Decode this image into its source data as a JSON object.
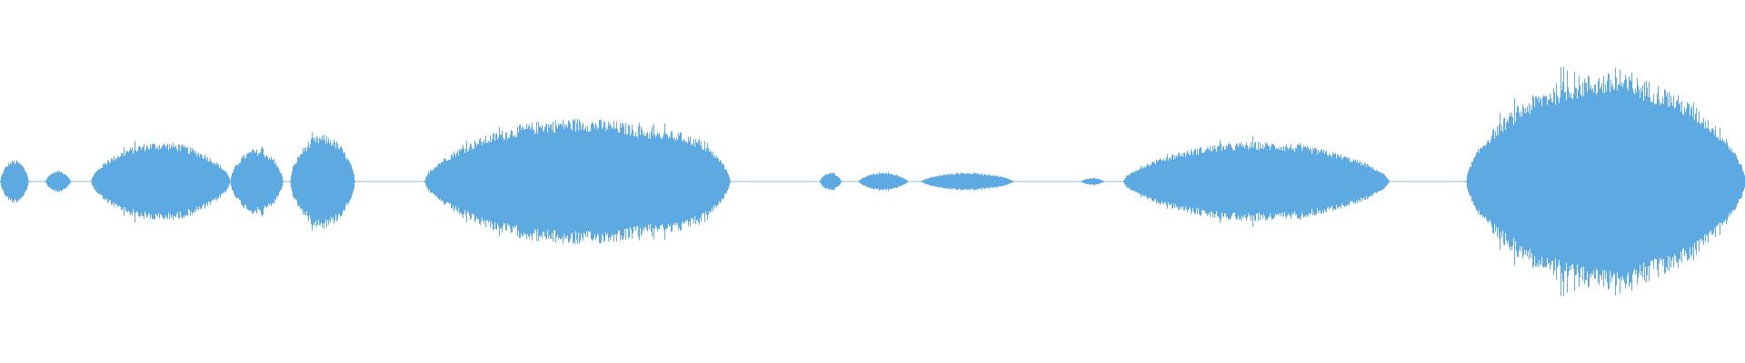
{
  "waveform": {
    "color": "#5DA9E2",
    "background": "#FFFFFF",
    "normalized_scale": true,
    "segments": [
      {
        "from": 0.0,
        "to": 0.016,
        "peak": 0.12
      },
      {
        "from": 0.026,
        "to": 0.04,
        "peak": 0.06
      },
      {
        "from": 0.052,
        "to": 0.132,
        "peak": 0.22
      },
      {
        "from": 0.132,
        "to": 0.162,
        "peak": 0.18
      },
      {
        "from": 0.166,
        "to": 0.203,
        "peak": 0.26
      },
      {
        "from": 0.243,
        "to": 0.418,
        "peak": 0.35
      },
      {
        "from": 0.348,
        "to": 0.418,
        "peak": 0.28
      },
      {
        "from": 0.47,
        "to": 0.482,
        "peak": 0.05
      },
      {
        "from": 0.492,
        "to": 0.52,
        "peak": 0.05
      },
      {
        "from": 0.528,
        "to": 0.58,
        "peak": 0.05
      },
      {
        "from": 0.62,
        "to": 0.632,
        "peak": 0.02
      },
      {
        "from": 0.644,
        "to": 0.796,
        "peak": 0.22
      },
      {
        "from": 0.84,
        "to": 1.0,
        "peak": 0.6
      }
    ]
  }
}
